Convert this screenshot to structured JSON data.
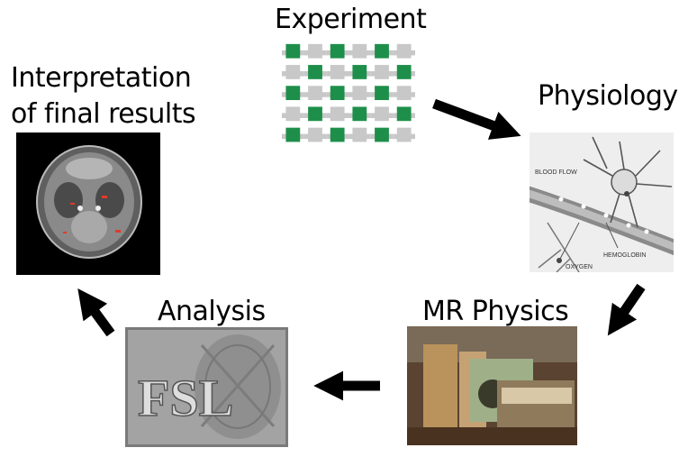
{
  "stages": {
    "experiment": {
      "label": "Experiment"
    },
    "physiology": {
      "label": "Physiology",
      "annotations": {
        "blood_flow": "BLOOD FLOW",
        "hemoglobin": "HEMOGLOBIN",
        "oxygen": "OXYGEN"
      }
    },
    "mr_physics": {
      "label": "MR Physics"
    },
    "analysis": {
      "label": "Analysis",
      "logo_text": "FSL"
    },
    "interpretation": {
      "label_line1": "Interpretation",
      "label_line2": "of final results"
    }
  },
  "colors": {
    "checker_green": "#1e8f4a",
    "checker_grey": "#c8c8c8",
    "arrow": "#000000",
    "brain_highlight": "#e23a2a"
  },
  "icons": [
    "arrow-experiment-to-physiology",
    "arrow-physiology-to-mrphysics",
    "arrow-mrphysics-to-analysis",
    "arrow-analysis-to-interpretation"
  ]
}
